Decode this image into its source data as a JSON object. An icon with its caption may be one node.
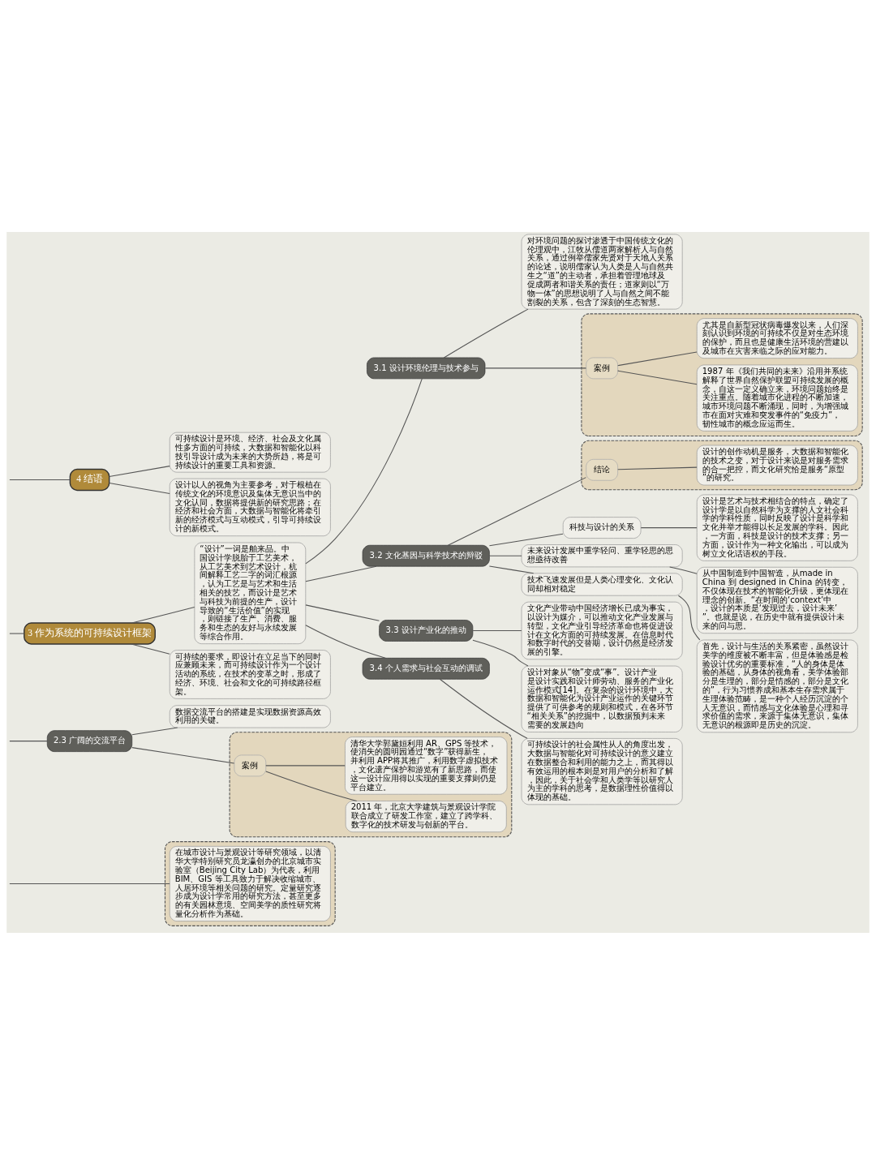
{
  "diagram": {
    "nodes": [
      {
        "text": [],
        "shape": "box"
      },
      {
        "text": [
          "在城市设计与景观设计等研究领域，以清华大学特别研究员龙瀛创办的北京城市实验室（Beijing City Lab）为代表，利用 BIM、GIS 等工具致力于解决收缩城市、人居环境等相关问题的研究。定量研究逐步成为设计学常用的研究方法，甚至更多的有关园林意境、空间美学的质性研究将量化分析作为基础。"
        ],
        "in": 0
      },
      {
        "text": [
          "2.3 广阔的交流平台"
        ]
      },
      {
        "text": [
          "数据交流平台的搭建是实现数据资源高效利用的关键。"
        ]
      },
      {
        "text": [],
        "shape": "box"
      },
      {
        "text": [
          "案例"
        ],
        "in": 4
      },
      {
        "text": [
          "2011 年，北京大学建筑与景观设计学院联合成立了研发工作室，建立了跨学科、数字化的技术研发与创新的平台。"
        ],
        "in": 4
      },
      {
        "text": [
          "清华大学郭黛姮利用 AR、GPS 等技术，使消失的圆明园通过“数字”获得新生，并利用 APP将其推广，利用数字虚拟技术，文化遗产保护和游览有了新思路，而使这一设计应用得以实现的重要支撑则仍是平台建立。"
        ],
        "in": 4
      },
      {
        "text": [
          "“设计”一词是舶来品。中国设计学脱胎于工艺美术，从工艺美术到艺术设计，杭间解释工艺二字的词汇根源，认为工艺是与艺术和生活相关的技艺，而设计是艺术与科技为前提的生产，设计导致的“生活价值”的实现，则链接了生产、消费、服务和生态的友好与永续发展等综合作用。"
        ]
      },
      {
        "text": [
          "3.1 设计环境伦理与技术参与"
        ]
      },
      {
        "text": [
          "对环境问题的探讨渗透于中国传统文化的伦理观中，江牧从儒道两家解析人与自然关系，通过例举儒家先贤对于天地人关系的论述，说明儒家认为人类是人与自然共生之“道”的主动者，承担着管理地球及促成两者和谐关系的责任；道家则以“万物一体”的思想说明了人与自然之间不能割裂的关系，包含了深刻的生态智慧。"
        ]
      },
      {
        "text": [],
        "shape": "box"
      },
      {
        "text": [
          "案例"
        ],
        "in": 11
      },
      {
        "text": [
          "1987 年《我们共同的未来》沿用并系统解释了世界自然保护联盟可持续发展的概念，自这一定义确立来，环境问题始终是关注重点。随着城市化进程的不断加速，城市环境问题不断涌现，同时，为增强城市在面对灾难和突发事件的“免疫力”，韧性城市的概念应运而生。"
        ],
        "in": 11
      },
      {
        "text": [
          "尤其是自新型冠状病毒爆发以来，人们深刻认识到环境的可持续不仅是对生态环境的保护，而且也是健康生活环境的营建以及城市在灾害来临之际的应对能力。"
        ],
        "in": 11
      },
      {
        "text": [
          "3.2 文化基因与科学技术的辩驳"
        ]
      },
      {
        "text": [
          "科技与设计的关系"
        ]
      },
      {
        "text": [
          "设计是艺术与技术相结合的特点，确定了设计学是以自然科学为支撑的人文社会科学的学科性质，同时反映了设计是科学和文化并举才能得以长足发展的学科。因此，一方面，科技是设计的技术支撑；另一方面，设计作为一种文化输出，可以成为树立文化话语权的手段。"
        ]
      },
      {
        "text": [
          "未来设计发展中重学轻问、重学轻思的思想亟待改善"
        ]
      },
      {
        "text": [
          "从中国制造到中国智造，从made in China 到 designed in China 的转变，不仅体现在技术的智能化升级，更体现在理念的创新。“在时间的‘context’中，设计的本质是‘发现过去，设计未来’”。也就是说，在历史中就有提供设计未来的问与思。"
        ]
      },
      {
        "text": [
          "技术飞速发展但是人类心理变化、文化认同却相对稳定"
        ]
      },
      {
        "text": [
          "首先，设计与生活的关系紧密，虽然设计美学的维度被不断丰富，但是体验感是检验设计优劣的重要标准，“人的身体是体验的基础，从身体的视角看，美学体验部分是生理的，部分是情感的，部分是文化的”，行为习惯养成和基本生存需求属于生理体验范畴，是一种个人经历沉淀的个人无意识，而情感与文化体验是心理和寻求价值的需求，来源于集体无意识，集体无意识的根源即是历史的沉淀。"
        ]
      },
      {
        "text": [],
        "shape": "box"
      },
      {
        "text": [
          "结论"
        ],
        "in": 22
      },
      {
        "text": [
          "设计的创作动机是服务，大数据和智能化的技术之变，对于设计来说是对服务需求的合一把控，而文化研究恰是服务“原型”的研究。"
        ],
        "in": 22
      },
      {
        "text": [
          "3.3 设计产业化的推动"
        ]
      },
      {
        "text": [
          "文化产业带动中国经济增长已成为事实，以设计为媒介，可以推动文化产业发展与转型，文化产业引导经济革命也将促进设计在文化方面的可持续发展。在信息时代和数字时代的交替期，设计仍然是经济发展的引擎。"
        ]
      },
      {
        "text": [
          "设计对象从“物”变成“事”。设计产业是设计实践和设计师劳动、服务的产业化运作模式[14]。在复杂的设计环境中，大数据和智能化为设计产业运作的关键环节提供了可供参考的规则和模式，在各环节“相关关系”的挖掘中，以数据预判未来需要的发展趋向"
        ]
      },
      {
        "text": [
          "3.4 个人需求与社会互动的调试"
        ]
      },
      {
        "text": [
          "可持续设计的社会属性从人的角度出发，大数据与智能化对可持续设计的意义建立在数据整合和利用的能力之上，而其得以有效运用的根本则是对用户的分析和了解，因此，关于社会学和人类学等以研究人为主的学科的思考，是数据理性价值得以体现的基础。"
        ]
      },
      {
        "text": [
          "可持续的要求，即设计在立足当下的同时应兼顾未来，而可持续设计作为一个设计活动的系统，在技术的变革之时，形成了经济、环境、社会和文化的可持续路径框架。"
        ]
      },
      {
        "text": [
          "3 作为系统的可持续设计框架"
        ]
      },
      {
        "text": [
          "4 结语"
        ]
      },
      {
        "text": [
          "可持续设计是环境、经济、社会及文化属性多方面的可持续，大数据和智能化以科技引导设计成为未来的大势所趋，将是可持续设计的重要工具和资源。"
        ]
      },
      {
        "text": [
          "设计以人的视角为主要参考，对于根植在传统文化的环境意识及集体无意识当中的文化认同，数据将提供新的研究思路；在经济和社会方面，大数据与智能化将牵引新的经济模式与互动模式，引导可持续设计的新模式。"
        ]
      }
    ],
    "edges": [
      {
        "from": null,
        "to": 1,
        "arrow": "none"
      },
      {
        "from": null,
        "to": 2,
        "arrow": "none"
      },
      {
        "from": 2,
        "to": 3,
        "arrow": "none"
      },
      {
        "from": 2,
        "to": 5,
        "arrow": "none"
      },
      {
        "from": 5,
        "to": 6,
        "arrow": "none"
      },
      {
        "from": 5,
        "to": 7,
        "arrow": "none"
      },
      {
        "from": null,
        "to": 31,
        "arrow": "none"
      },
      {
        "from": 31,
        "to": 8,
        "arrow": "none"
      },
      {
        "from": 8,
        "to": 9,
        "arrow": "none"
      },
      {
        "from": 9,
        "to": 10,
        "arrow": "none"
      },
      {
        "from": 9,
        "to": 12,
        "arrow": "none"
      },
      {
        "from": 12,
        "to": 13,
        "arrow": "none"
      },
      {
        "from": 12,
        "to": 14,
        "arrow": "none"
      },
      {
        "from": 8,
        "to": 15,
        "arrow": "none"
      },
      {
        "from": 15,
        "to": 16,
        "arrow": "none"
      },
      {
        "from": 16,
        "to": 17,
        "arrow": "none"
      },
      {
        "from": 15,
        "to": 18,
        "arrow": "none"
      },
      {
        "from": 18,
        "to": 19,
        "arrow": "none"
      },
      {
        "from": 15,
        "to": 20,
        "arrow": "none"
      },
      {
        "from": 20,
        "to": 21,
        "arrow": "none"
      },
      {
        "from": 15,
        "to": 23,
        "arrow": "none"
      },
      {
        "from": 23,
        "to": 24,
        "arrow": "none"
      },
      {
        "from": 8,
        "to": 25,
        "arrow": "none"
      },
      {
        "from": 25,
        "to": 26,
        "arrow": "none"
      },
      {
        "from": 25,
        "to": 27,
        "arrow": "none"
      },
      {
        "from": 8,
        "to": 28,
        "arrow": "none"
      },
      {
        "from": 28,
        "to": 29,
        "arrow": "none"
      },
      {
        "from": 31,
        "to": 30,
        "arrow": "none"
      },
      {
        "from": null,
        "to": 32,
        "arrow": "none"
      },
      {
        "from": 32,
        "to": 33,
        "arrow": "none"
      },
      {
        "from": 32,
        "to": 34,
        "arrow": "none"
      }
    ]
  }
}
